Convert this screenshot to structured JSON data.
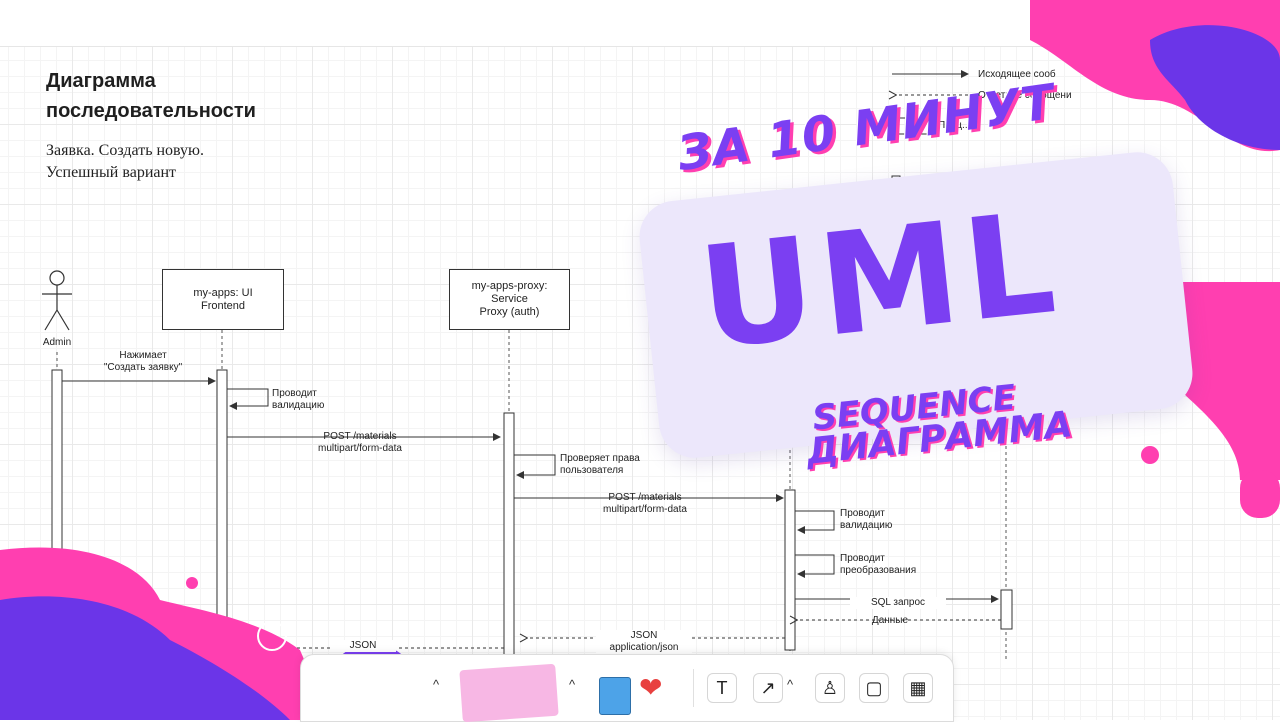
{
  "title": "Диаграмма последовательности",
  "subtitle_line1": "Заявка. Создать новую.",
  "subtitle_line2": "Успешный вариант",
  "actor": {
    "name": "Admin"
  },
  "participants": {
    "frontend": {
      "line1": "my-apps: UI",
      "line2": "Frontend"
    },
    "proxy": {
      "line1": "my-apps-proxy:",
      "line2": "Service",
      "line3": "Proxy (auth)"
    }
  },
  "messages": {
    "click_line1": "Нажимает",
    "click_line2": "\"Создать заявку\"",
    "validate1_line1": "Проводит",
    "validate1_line2": "валидацию",
    "post1_line1": "POST /materials",
    "post1_line2": "multipart/form-data",
    "rights_line1": "Проверяет права",
    "rights_line2": "пользователя",
    "post2_line1": "POST /materials",
    "post2_line2": "multipart/form-data",
    "validate2_line1": "Проводит",
    "validate2_line2": "валидацию",
    "transform_line1": "Проводит",
    "transform_line2": "преобразования",
    "sql": "SQL запрос",
    "data": "Данные",
    "json_line1": "JSON",
    "json_line2": "application/json",
    "json_bottom": "JSON"
  },
  "legend": {
    "outgoing": "Исходящее сооб",
    "reply": "Ответное сообщени",
    "third": "Проц... "
  },
  "promo": {
    "line1": "ЗА 10 МИНУТ",
    "main": "UML",
    "line3": "SEQUENCE",
    "line4": "ДИАГРАММА"
  },
  "toolbar": {
    "text_tool": "T",
    "arrow_tool": "↗",
    "stamp_tool": "♙",
    "frame_tool": "▢",
    "table_tool": "▦",
    "chevron": "^"
  },
  "colors": {
    "accent_purple": "#7b3ff2",
    "accent_pink": "#ff3fb0",
    "card_bg": "#ece7fb"
  }
}
